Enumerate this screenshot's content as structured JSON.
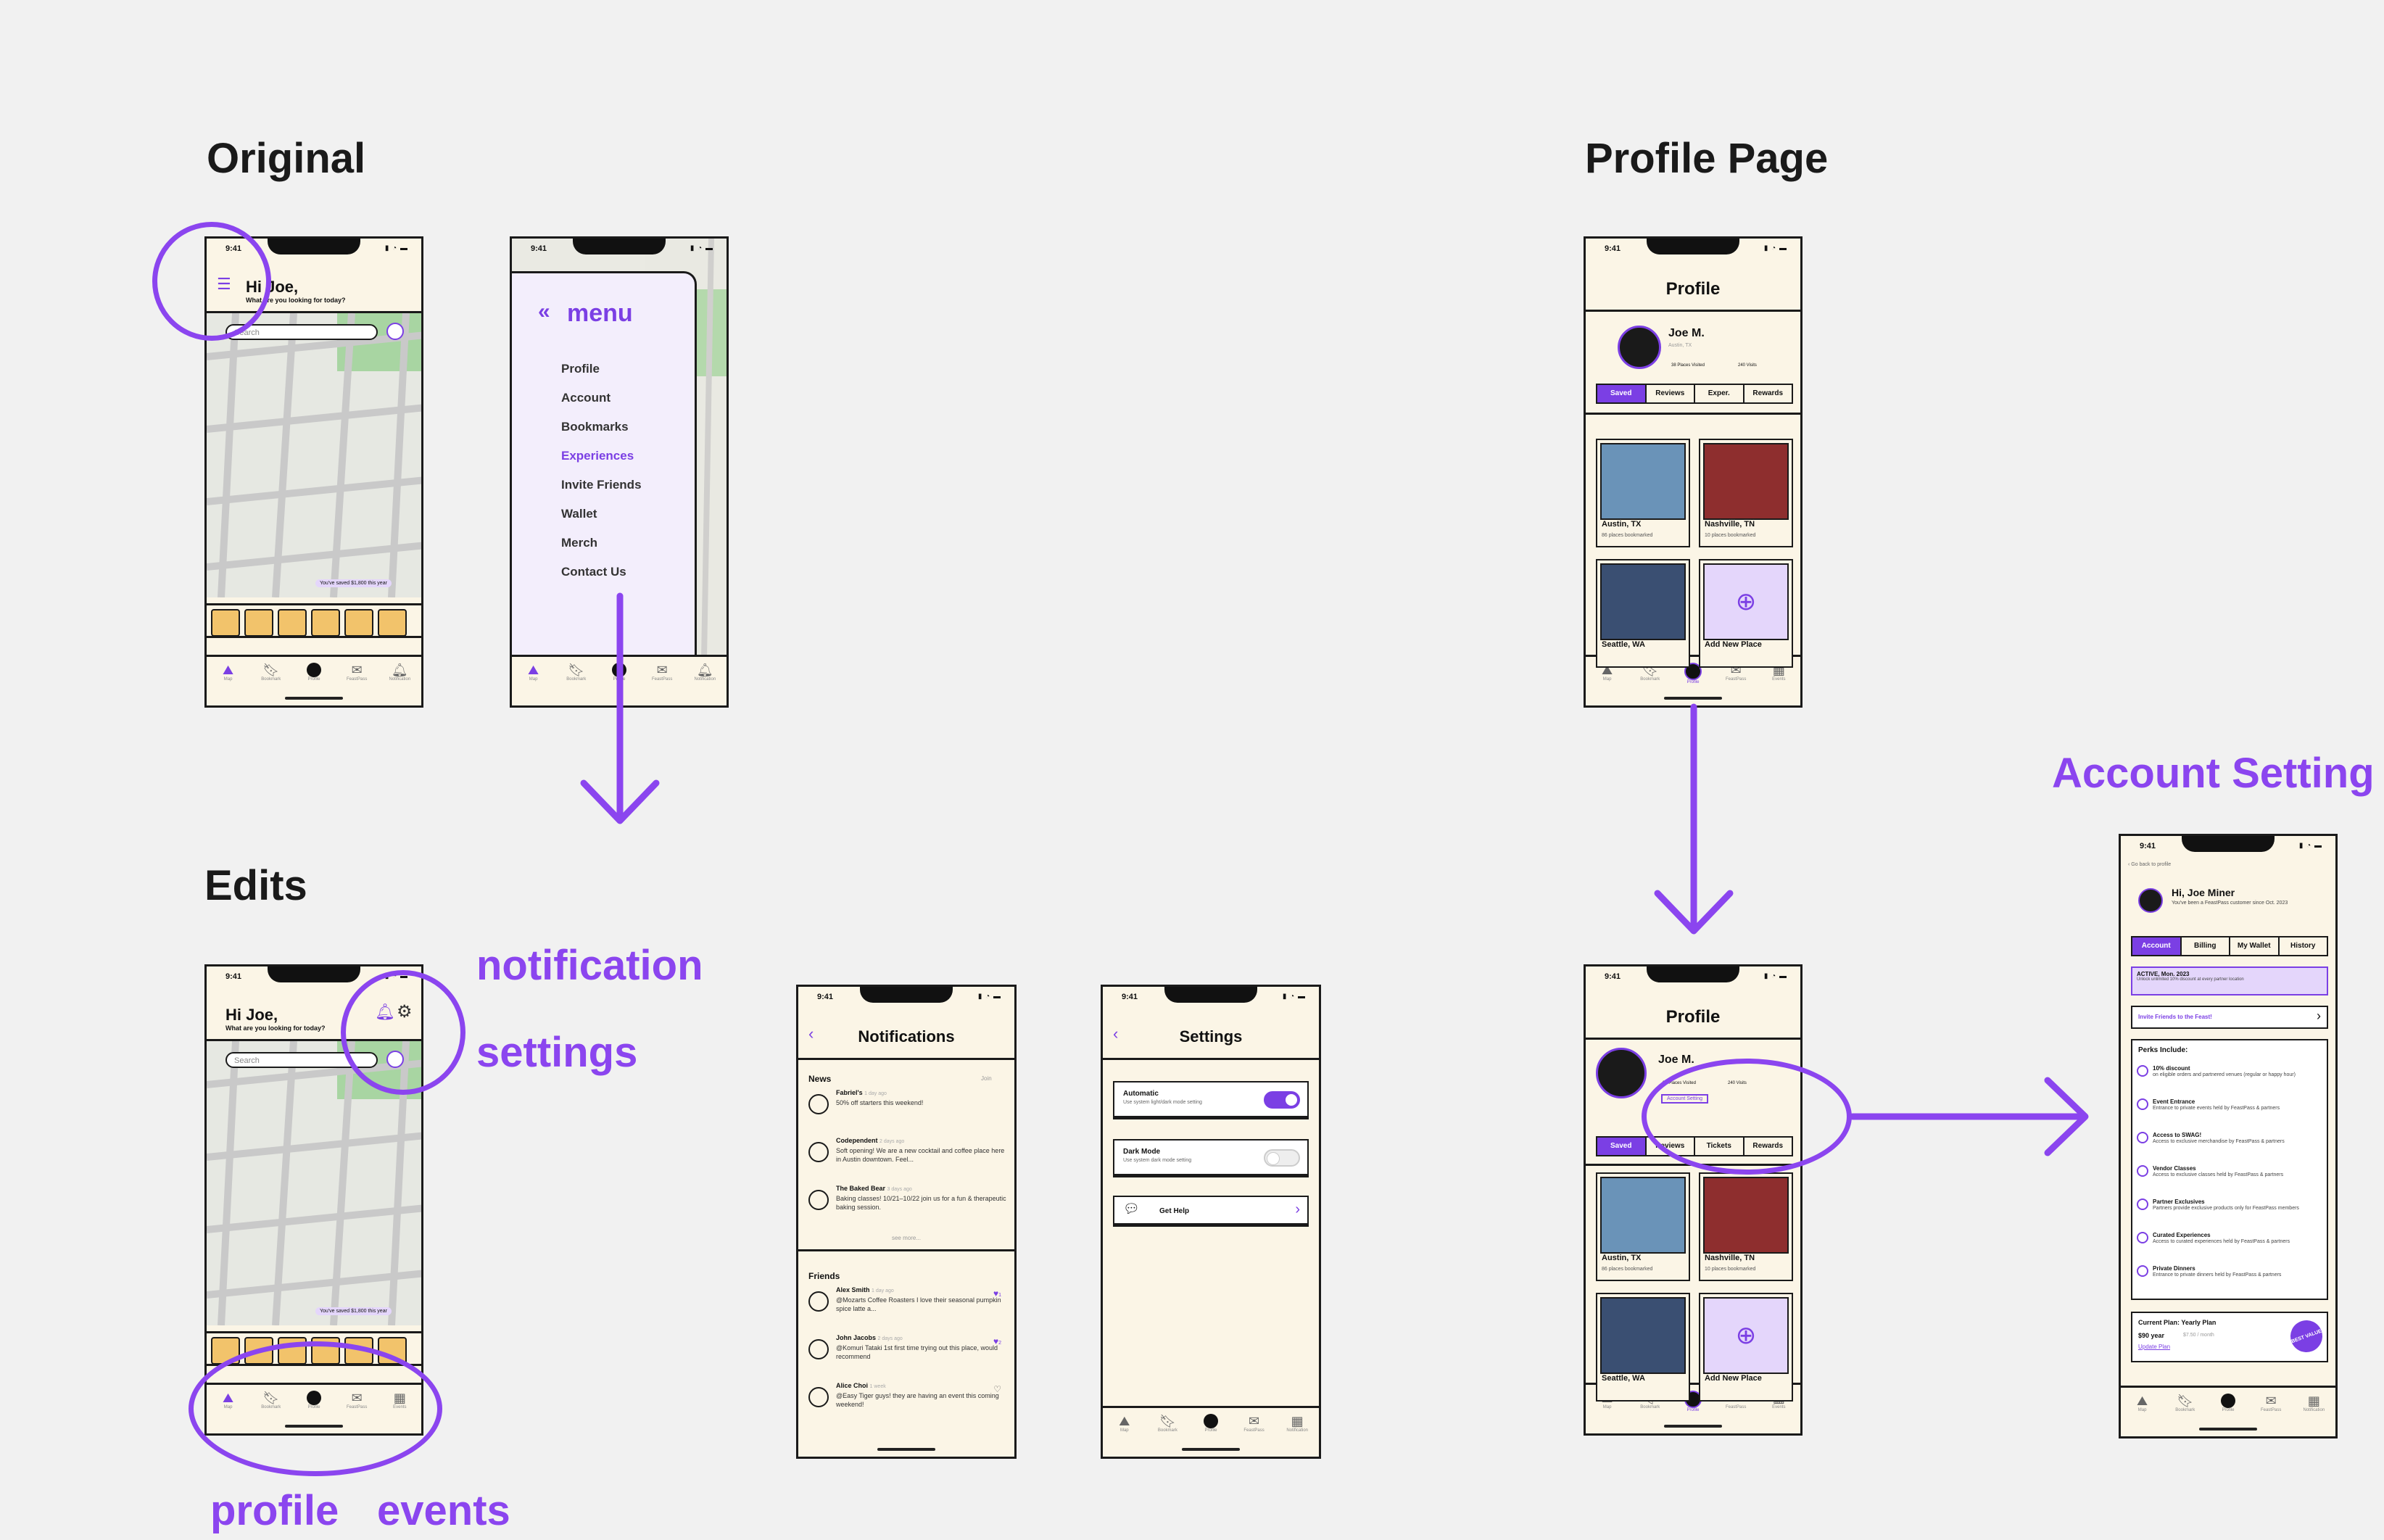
{
  "titles": {
    "original": "Original",
    "edits": "Edits",
    "profile_page": "Profile Page",
    "account_setting": "Account Setting"
  },
  "annotations": {
    "notification": "notification",
    "settings": "settings",
    "profile": "profile",
    "events": "events"
  },
  "colors": {
    "accent": "#8b45ef",
    "cream": "#fbf5e6",
    "ink": "#1a1a1a",
    "map_green": "#a8d5a2"
  },
  "status_bar": {
    "time": "9:41",
    "icons": "▮ ◔ ▬"
  },
  "home": {
    "greeting": "Hi Joe,",
    "subtitle": "What are you looking for today?",
    "search_placeholder": "Search",
    "savings_pill": "You've saved $1,800 this year"
  },
  "tabbar": {
    "map": "Map",
    "bookmark": "Bookmark",
    "profile": "Profile",
    "feastpass": "FeastPass",
    "notification": "Notification",
    "events": "Events"
  },
  "menu": {
    "title": "menu",
    "items": [
      "Profile",
      "Account",
      "Bookmarks",
      "Experiences",
      "Invite Friends",
      "Wallet",
      "Merch",
      "Contact Us"
    ],
    "active_index": 3
  },
  "notifications": {
    "title": "Notifications",
    "news_header": "News",
    "news_tag": "Join",
    "news": [
      {
        "name": "Fabriel's",
        "time": "1 day ago",
        "text": "50% off starters this weekend!"
      },
      {
        "name": "Codependent",
        "time": "2 days ago",
        "text": "Soft opening! We are a new cocktail and coffee place here in Austin downtown. Feel..."
      },
      {
        "name": "The Baked Bear",
        "time": "3 days ago",
        "text": "Baking classes! 10/21–10/22 join us for a fun & therapeutic baking session."
      }
    ],
    "see_more": "see more...",
    "friends_header": "Friends",
    "friends": [
      {
        "name": "Alex Smith",
        "time": "1 day ago",
        "text": "@Mozarts Coffee Roasters I love their seasonal pumpkin spice latte a...",
        "likes": "1"
      },
      {
        "name": "John Jacobs",
        "time": "2 days ago",
        "text": "@Komuri Tataki 1st first time trying out this place, would recommend",
        "likes": "2"
      },
      {
        "name": "Alice Choi",
        "time": "1 week",
        "text": "@Easy Tiger guys! they are having an event this coming weekend!",
        "likes": ""
      }
    ]
  },
  "settings": {
    "title": "Settings",
    "automatic_title": "Automatic",
    "automatic_sub": "Use system light/dark mode setting",
    "dark_title": "Dark Mode",
    "dark_sub": "Use system dark mode setting",
    "help": "Get Help"
  },
  "profile": {
    "title": "Profile",
    "name": "Joe M.",
    "location": "Austin, TX",
    "places_visited": "38 Places Visited",
    "visits": "240 Visits",
    "tabs": [
      "Saved",
      "Reviews",
      "Exper.",
      "Rewards"
    ],
    "tabs_edit": [
      "Saved",
      "Reviews",
      "Tickets",
      "Rewards"
    ],
    "account_setting_btn": "Account Setting",
    "cards": [
      {
        "title": "Austin, TX",
        "sub": "86 places bookmarked"
      },
      {
        "title": "Nashville, TN",
        "sub": "10 places bookmarked"
      },
      {
        "title": "Seattle, WA",
        "sub": ""
      },
      {
        "title": "Add New Place",
        "sub": ""
      }
    ]
  },
  "account": {
    "back": "Go back to profile",
    "greeting": "Hi, Joe Miner",
    "member": "You've been a FeastPass customer since Oct. 2023",
    "tabs": [
      "Account",
      "Billing",
      "My Wallet",
      "History"
    ],
    "status_title": "ACTIVE, Mon. 2023",
    "status_sub": "Unlock unlimited 10% discount at every partner location",
    "invite": "Invite Friends to the Feast!",
    "perks_title": "Perks Include:",
    "perks": [
      {
        "t": "10% discount",
        "s": "on eligible orders and partnered venues (regular or happy hour)"
      },
      {
        "t": "Event Entrance",
        "s": "Entrance to private events held by FeastPass & partners"
      },
      {
        "t": "Access to SWAG!",
        "s": "Access to exclusive merchandise by FeastPass & partners"
      },
      {
        "t": "Vendor Classes",
        "s": "Access to exclusive classes held by FeastPass & partners"
      },
      {
        "t": "Partner Exclusives",
        "s": "Partners provide exclusive products only for FeastPass members"
      },
      {
        "t": "Curated Experiences",
        "s": "Access to curated experiences held by FeastPass & partners"
      },
      {
        "t": "Private Dinners",
        "s": "Entrance to private dinners held by FeastPass & partners"
      }
    ],
    "plan_title": "Current Plan: Yearly Plan",
    "plan_price": "$90 year",
    "plan_monthly": "$7.50 / month",
    "update_plan": "Update Plan",
    "badge": "BEST VALUE"
  }
}
